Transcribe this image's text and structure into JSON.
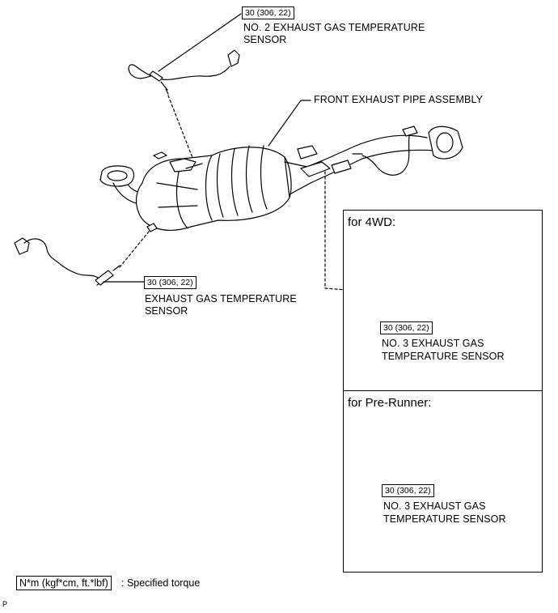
{
  "callouts": {
    "no2_sensor": {
      "torque": "30 (306, 22)",
      "line1": "NO. 2 EXHAUST GAS TEMPERATURE",
      "line2": "SENSOR"
    },
    "front_pipe": {
      "label": "FRONT EXHAUST PIPE ASSEMBLY"
    },
    "exhaust_sensor": {
      "torque": "30 (306, 22)",
      "line1": "EXHAUST GAS TEMPERATURE",
      "line2": "SENSOR"
    }
  },
  "panels": {
    "four_wd": {
      "title": "for 4WD:",
      "torque": "30 (306, 22)",
      "line1": "NO. 3 EXHAUST GAS",
      "line2": "TEMPERATURE SENSOR"
    },
    "pre_runner": {
      "title": "for Pre-Runner:",
      "torque": "30 (306, 22)",
      "line1": "NO. 3 EXHAUST GAS",
      "line2": "TEMPERATURE SENSOR"
    }
  },
  "legend": {
    "unit": "N*m (kgf*cm, ft.*lbf)",
    "description": ": Specified torque"
  },
  "footer": {
    "code": "P"
  }
}
